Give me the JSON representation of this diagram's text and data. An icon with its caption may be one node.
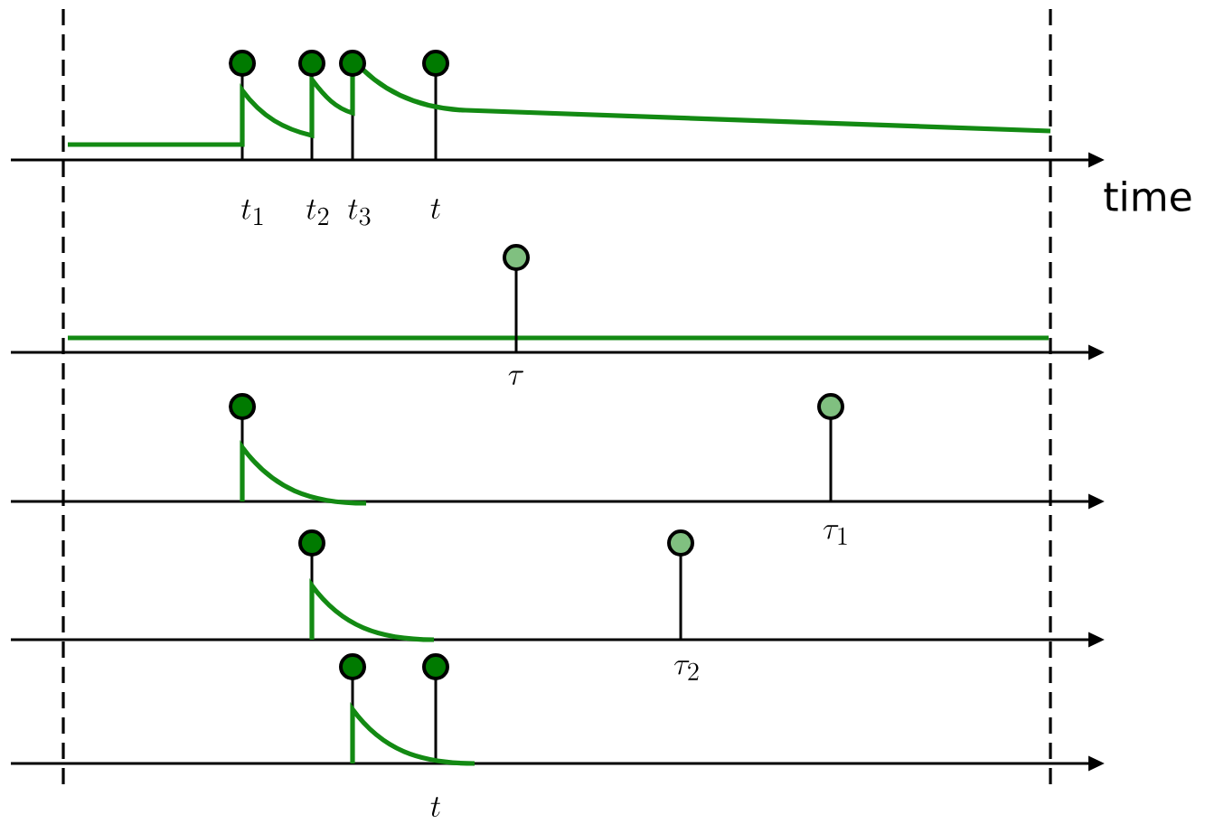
{
  "diagram": {
    "labels": [
      "t_1",
      "t_2",
      "t_3",
      "t",
      "time",
      "\\tau",
      "\\tau_1",
      "\\tau_2",
      "t"
    ]
  }
}
